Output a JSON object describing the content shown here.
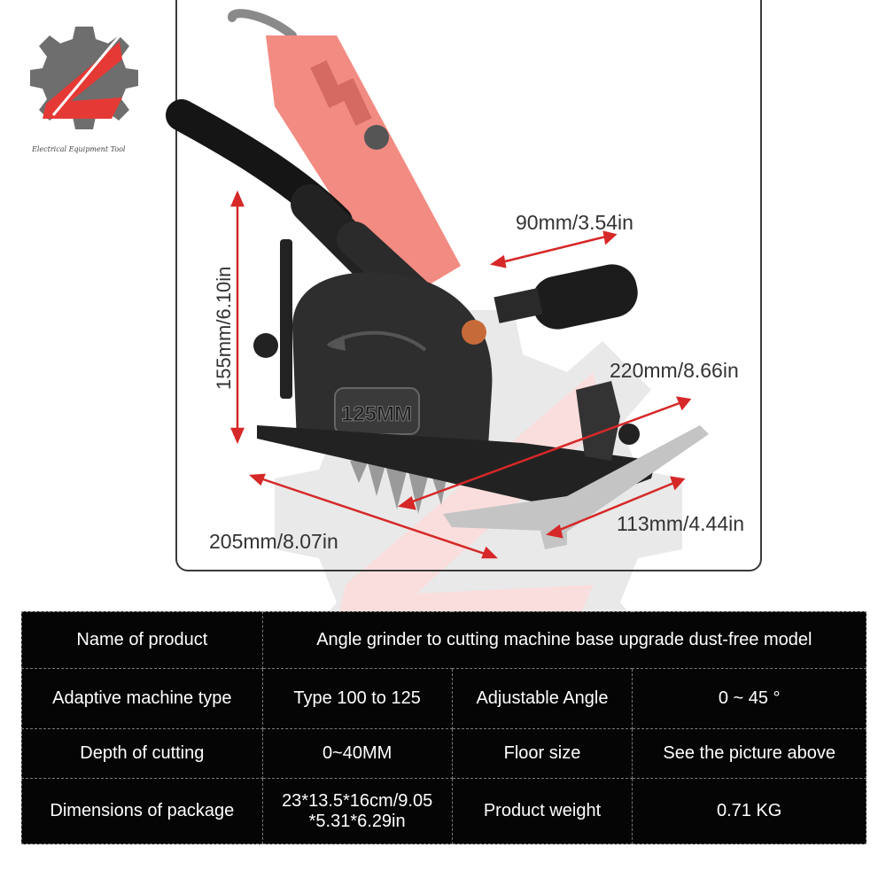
{
  "brand": {
    "tagline": "Electrical Equipment Tool"
  },
  "product_image": {
    "blade_label": "125MM",
    "dimensions": {
      "handle_width": "90mm/3.54in",
      "height": "155mm/6.10in",
      "depth": "220mm/8.66in",
      "length": "205mm/8.07in",
      "width": "113mm/4.44in"
    }
  },
  "spec_table": {
    "rows": [
      {
        "label": "Name of product",
        "value": "Angle grinder to cutting machine base upgrade dust-free model"
      },
      {
        "label": "Adaptive machine type",
        "value": "Type 100 to 125",
        "label2": "Adjustable Angle",
        "value2": "0 ~ 45 °"
      },
      {
        "label": "Depth of cutting",
        "value": "0~40MM",
        "label2": "Floor size",
        "value2": "See the picture above"
      },
      {
        "label": "Dimensions of package",
        "value_line1": "23*13.5*16cm/9.05",
        "value_line2": "*5.31*6.29in",
        "label2": "Product weight",
        "value2": "0.71 KG"
      }
    ]
  },
  "colors": {
    "brand_red": "#e53935",
    "logo_gray": "#6e6e6e",
    "tool_body": "#f28b82",
    "table_bg": "#050505"
  }
}
